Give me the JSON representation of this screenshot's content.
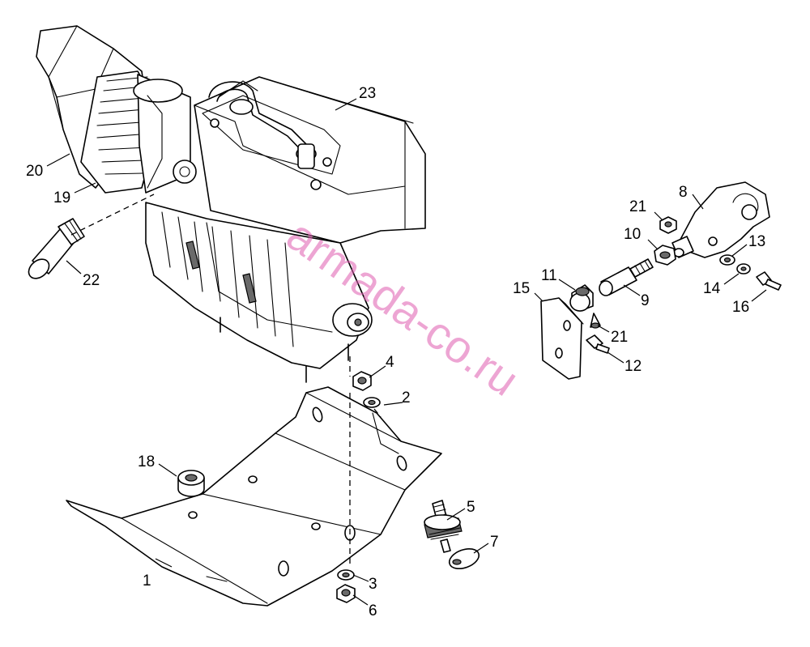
{
  "watermark": "armada-co.ru",
  "callouts": [
    {
      "id": "c1",
      "text": "1"
    },
    {
      "id": "c2",
      "text": "2"
    },
    {
      "id": "c3",
      "text": "3"
    },
    {
      "id": "c4",
      "text": "4"
    },
    {
      "id": "c5",
      "text": "5"
    },
    {
      "id": "c6",
      "text": "6"
    },
    {
      "id": "c7",
      "text": "7"
    },
    {
      "id": "c8",
      "text": "8"
    },
    {
      "id": "c9",
      "text": "9"
    },
    {
      "id": "c10",
      "text": "10"
    },
    {
      "id": "c11",
      "text": "11"
    },
    {
      "id": "c12",
      "text": "12"
    },
    {
      "id": "c13",
      "text": "13"
    },
    {
      "id": "c14",
      "text": "14"
    },
    {
      "id": "c15",
      "text": "15"
    },
    {
      "id": "c16",
      "text": "16"
    },
    {
      "id": "c18",
      "text": "18"
    },
    {
      "id": "c19",
      "text": "19"
    },
    {
      "id": "c20",
      "text": "20"
    },
    {
      "id": "c21a",
      "text": "21"
    },
    {
      "id": "c21b",
      "text": "21"
    },
    {
      "id": "c22",
      "text": "22"
    },
    {
      "id": "c23",
      "text": "23"
    }
  ]
}
